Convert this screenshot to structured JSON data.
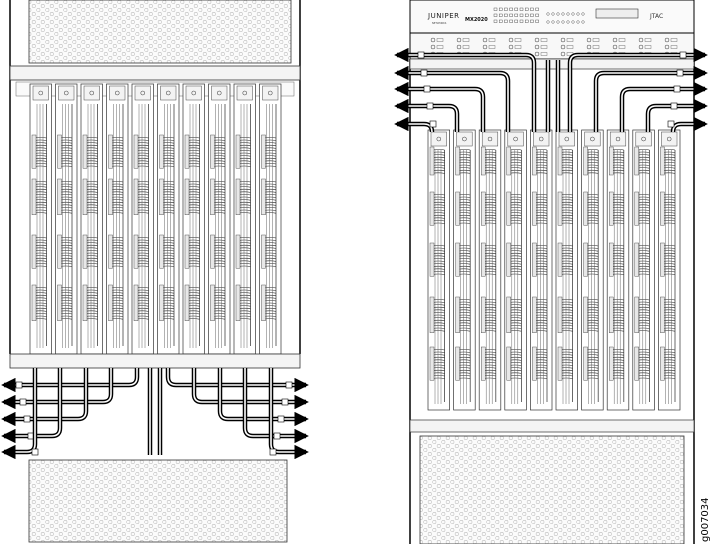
{
  "figure_id": "g007034",
  "right_chassis": {
    "brand_logo": "JUNIPER",
    "brand_sub": "NETWORKS",
    "model": "MX2020",
    "display_tag": "JTAC"
  }
}
